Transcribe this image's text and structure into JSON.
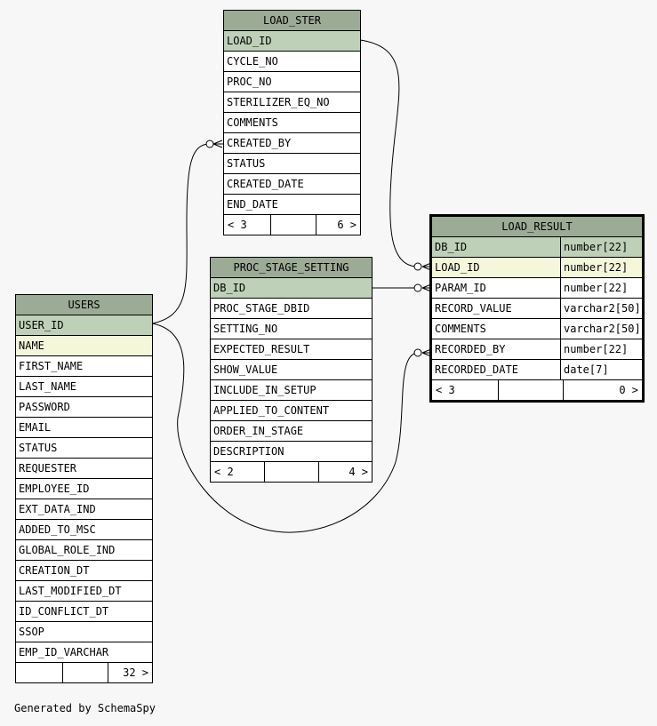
{
  "tables": {
    "load_ster": {
      "name": "LOAD_STER",
      "columns": [
        "LOAD_ID",
        "CYCLE_NO",
        "PROC_NO",
        "STERILIZER_EQ_NO",
        "COMMENTS",
        "CREATED_BY",
        "STATUS",
        "CREATED_DATE",
        "END_DATE"
      ],
      "footer": {
        "left": "< 3",
        "right": "6 >"
      }
    },
    "proc_stage_setting": {
      "name": "PROC_STAGE_SETTING",
      "columns": [
        "DB_ID",
        "PROC_STAGE_DBID",
        "SETTING_NO",
        "EXPECTED_RESULT",
        "SHOW_VALUE",
        "INCLUDE_IN_SETUP",
        "APPLIED_TO_CONTENT",
        "ORDER_IN_STAGE",
        "DESCRIPTION"
      ],
      "footer": {
        "left": "< 2",
        "right": "4 >"
      }
    },
    "users": {
      "name": "USERS",
      "columns": [
        "USER_ID",
        "NAME",
        "FIRST_NAME",
        "LAST_NAME",
        "PASSWORD",
        "EMAIL",
        "STATUS",
        "REQUESTER",
        "EMPLOYEE_ID",
        "EXT_DATA_IND",
        "ADDED_TO_MSC",
        "GLOBAL_ROLE_IND",
        "CREATION_DT",
        "LAST_MODIFIED_DT",
        "ID_CONFLICT_DT",
        "SSOP",
        "EMP_ID_VARCHAR"
      ],
      "footer": {
        "left": "",
        "right": "32 >"
      }
    },
    "load_result": {
      "name": "LOAD_RESULT",
      "columns": [
        {
          "name": "DB_ID",
          "type": "number[22]"
        },
        {
          "name": "LOAD_ID",
          "type": "number[22]"
        },
        {
          "name": "PARAM_ID",
          "type": "number[22]"
        },
        {
          "name": "RECORD_VALUE",
          "type": "varchar2[50]"
        },
        {
          "name": "COMMENTS",
          "type": "varchar2[50]"
        },
        {
          "name": "RECORDED_BY",
          "type": "number[22]"
        },
        {
          "name": "RECORDED_DATE",
          "type": "date[7]"
        }
      ],
      "footer": {
        "left": "< 3",
        "right": "0 >"
      }
    }
  },
  "footer_text": "Generated by SchemaSpy"
}
